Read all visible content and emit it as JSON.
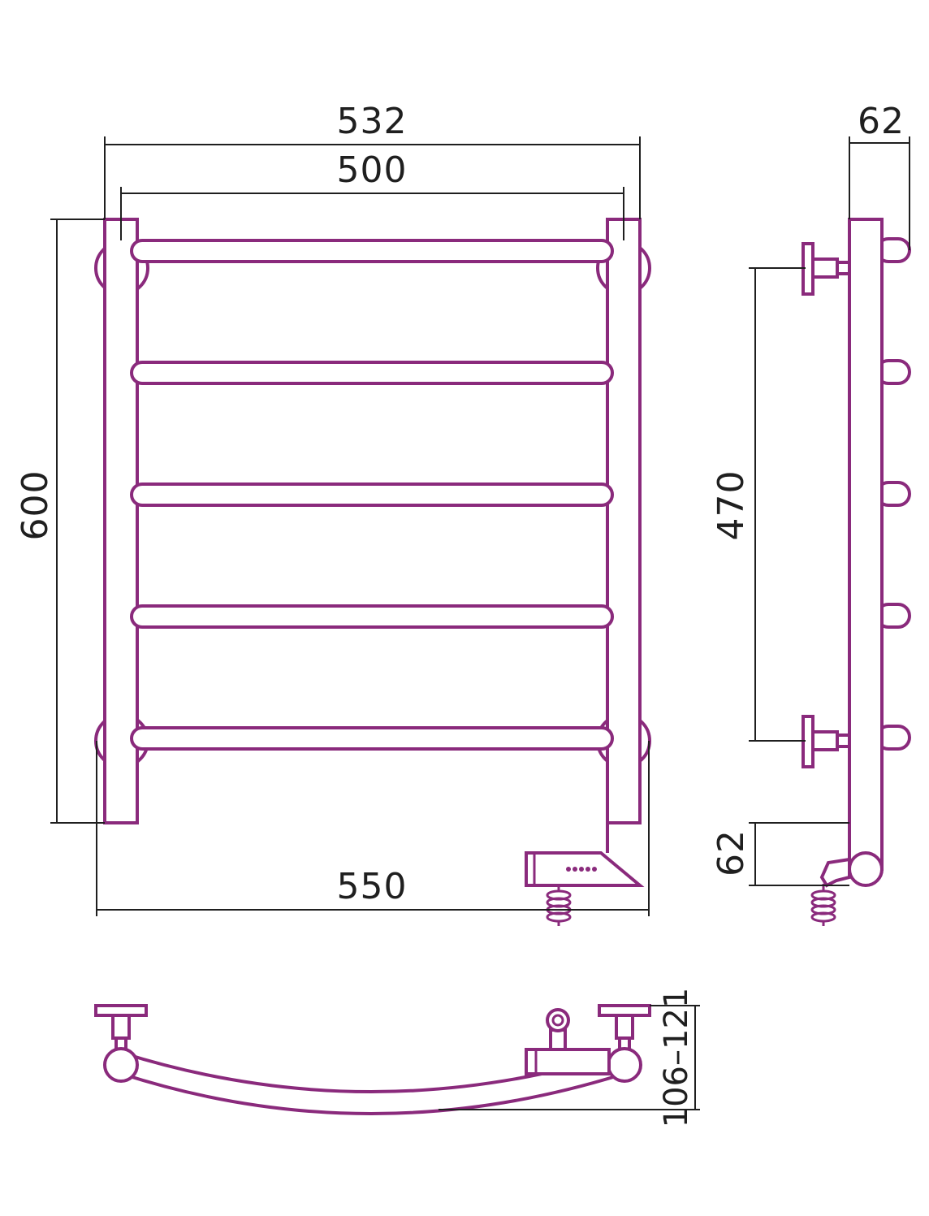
{
  "dimensions": {
    "overall_width": "532",
    "axis_width": "500",
    "height": "600",
    "width_with_heater": "550",
    "depth_top": "62",
    "mount_spacing": "470",
    "depth_bottom": "62",
    "wall_offset": "106–121"
  },
  "colors": {
    "outline": "#8a2a7c",
    "dimension_line": "#1f1f1f"
  }
}
